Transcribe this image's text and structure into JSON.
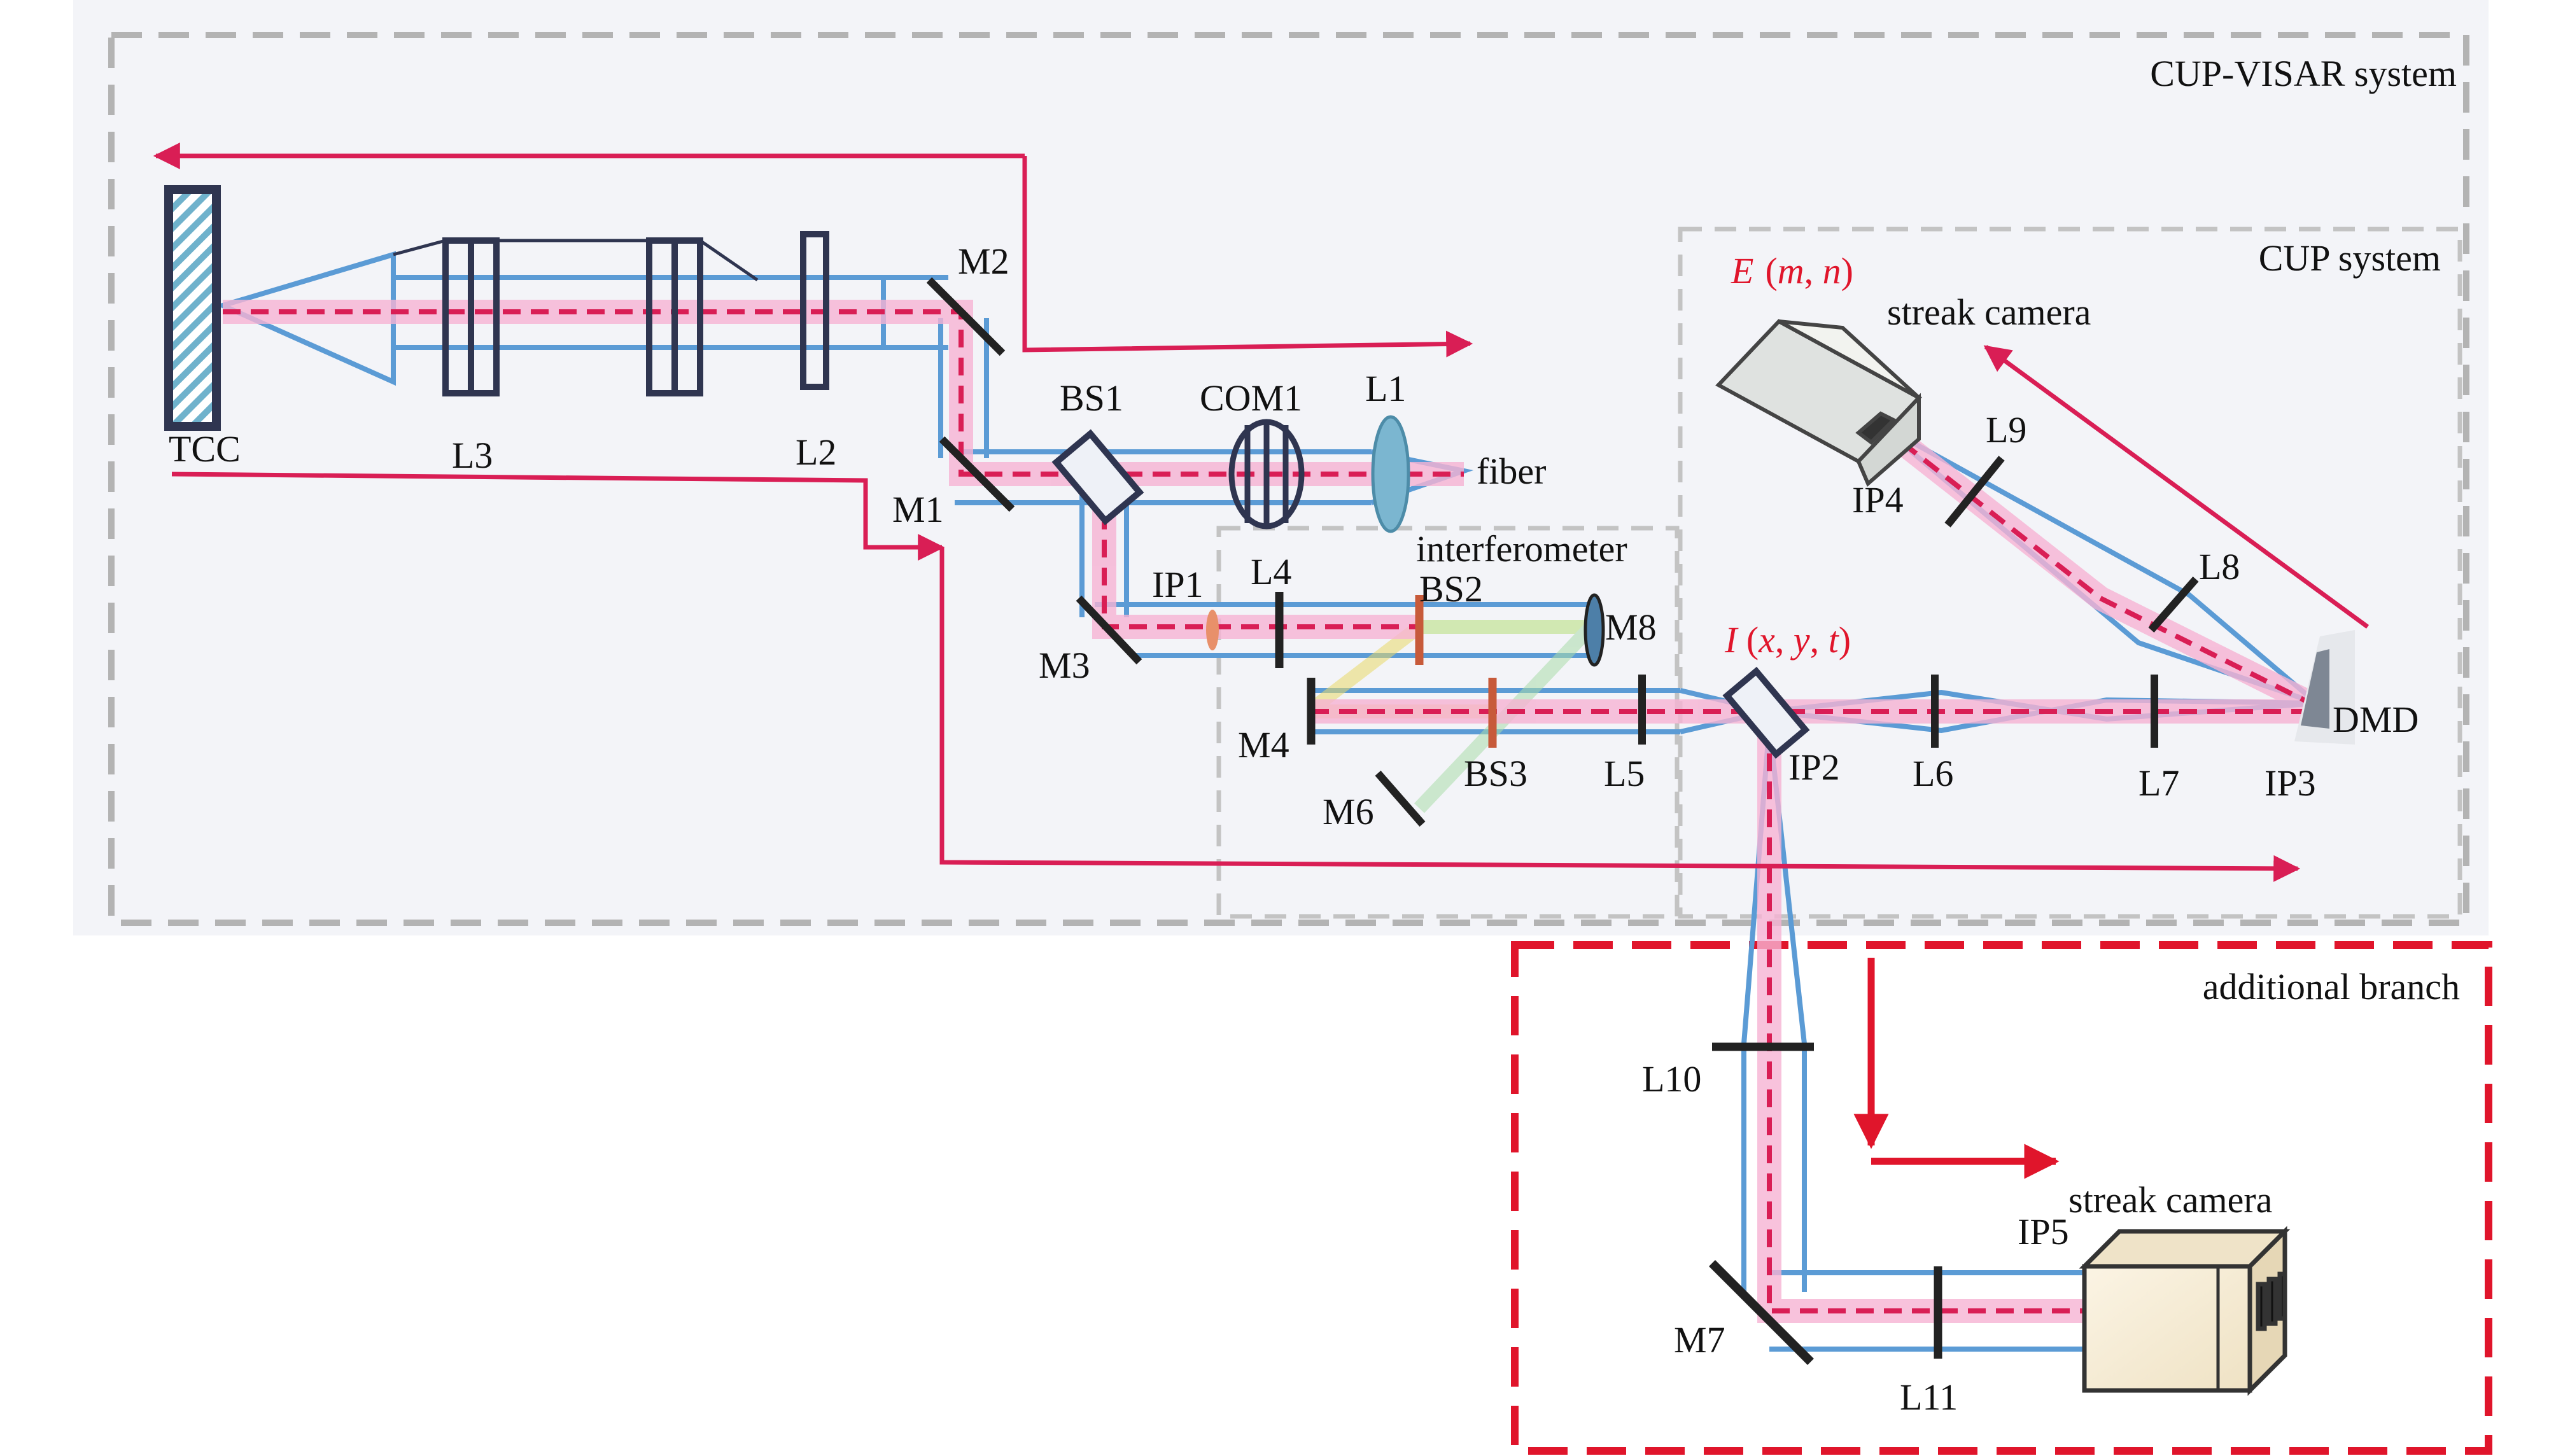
{
  "regions": {
    "cup_visar": "CUP-VISAR system",
    "cup": "CUP system",
    "interferometer": "interferometer",
    "additional": "additional branch"
  },
  "components": {
    "tcc": "TCC",
    "l3": "L3",
    "l2": "L2",
    "m2": "M2",
    "m1": "M1",
    "bs1": "BS1",
    "com1": "COM1",
    "l1": "L1",
    "fiber": "fiber",
    "ip1": "IP1",
    "l4": "L4",
    "bs2": "BS2",
    "m8": "M8",
    "m3": "M3",
    "m4": "M4",
    "m6": "M6",
    "bs3": "BS3",
    "l5": "L5",
    "ip2": "IP2",
    "l6": "L6",
    "l7": "L7",
    "ip3": "IP3",
    "dmd": "DMD",
    "l8": "L8",
    "l9": "L9",
    "ip4": "IP4",
    "streak1": "streak camera",
    "l10": "L10",
    "m7": "M7",
    "l11": "L11",
    "ip5": "IP5",
    "streak2": "streak camera"
  },
  "signals": {
    "e_var": "E",
    "e_args_open": "(",
    "e_m": "m",
    "e_sep": ", ",
    "e_n": "n",
    "e_args_close": ")",
    "i_var": "I",
    "i_open": " (",
    "i_x": "x",
    "i_s1": ", ",
    "i_y": "y",
    "i_s2": ", ",
    "i_t": "t",
    "i_close": ")"
  },
  "colors": {
    "beam_blue": "#5b9bd5",
    "beam_pink": "#f6b3d3",
    "arrow": "#d91e55",
    "branch_red": "#e0152b",
    "panel_bg": "#f3f4f8",
    "dash_gray": "#b0b0b0"
  }
}
